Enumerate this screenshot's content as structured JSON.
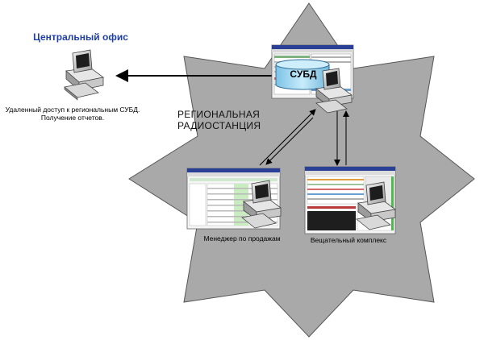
{
  "diagram": {
    "central_office": {
      "title": "Центральный офис",
      "description": "Удаленный доступ к региональным СУБД. Получение отчетов."
    },
    "region": {
      "label": "РЕГИОНАЛЬНАЯ РАДИОСТАНЦИЯ",
      "fill_color": "#a9a9a9"
    },
    "database": {
      "label": "СУБД",
      "color": "#9fd3ec"
    },
    "sales_manager": {
      "label": "Менеджер по продажам"
    },
    "broadcast": {
      "label": "Вещательный комплекс"
    },
    "arrow_color": "#000000"
  }
}
